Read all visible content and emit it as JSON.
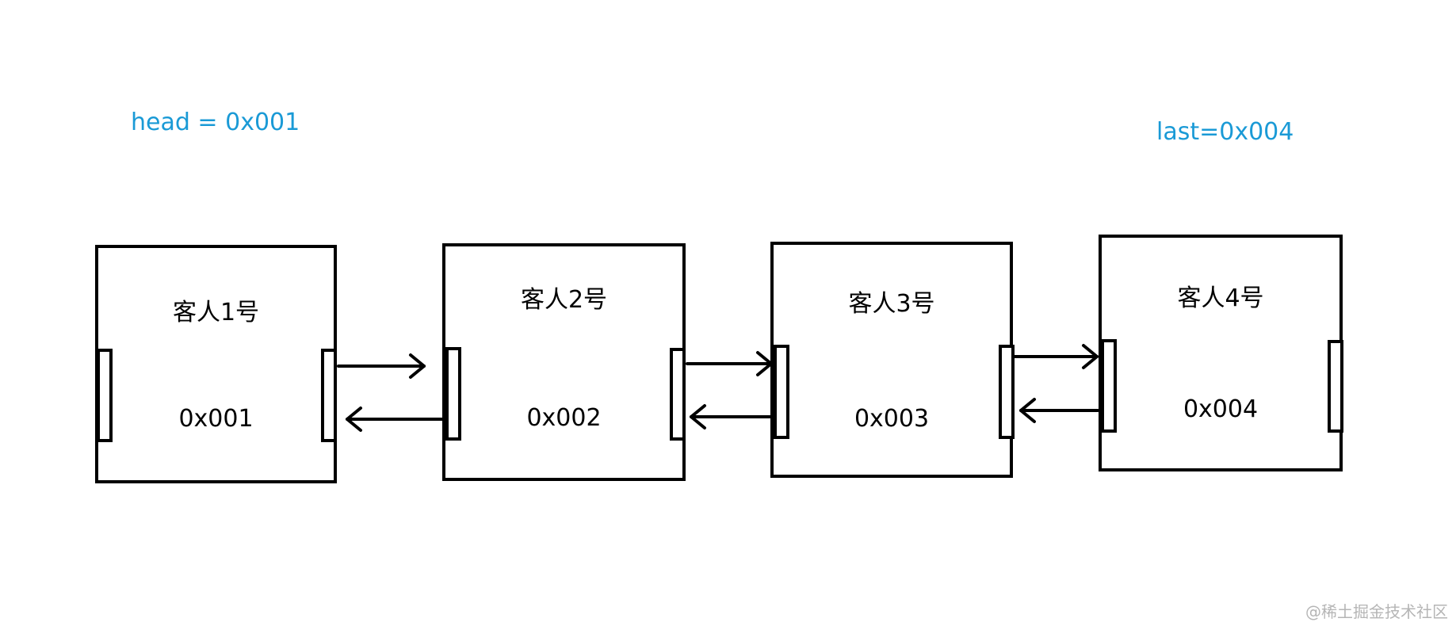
{
  "colors": {
    "label_accent": "#1a9ad6",
    "line": "#000000",
    "watermark": "#b5b5b5"
  },
  "labels": {
    "head": "head  =  0x001",
    "last": "last=0x004"
  },
  "nodes": [
    {
      "name": "客人1号",
      "address": "0x001"
    },
    {
      "name": "客人2号",
      "address": "0x002"
    },
    {
      "name": "客人3号",
      "address": "0x003"
    },
    {
      "name": "客人4号",
      "address": "0x004"
    }
  ],
  "watermark": "@稀土掘金技术社区"
}
